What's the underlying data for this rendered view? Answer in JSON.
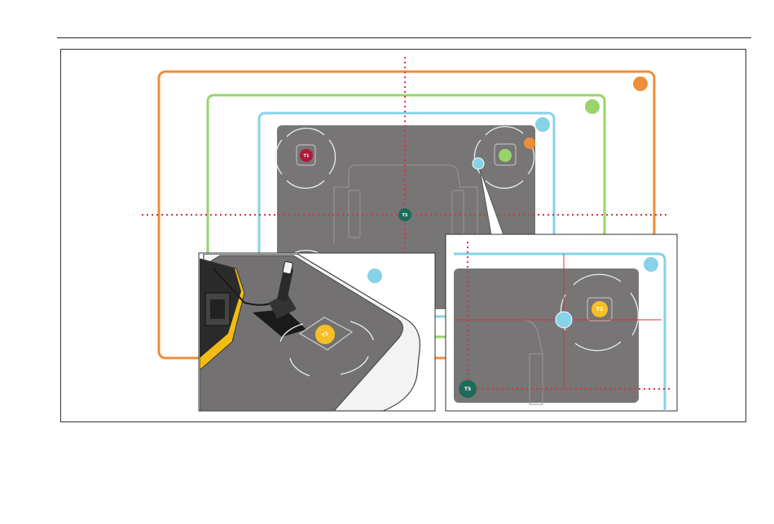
{
  "labels": {
    "t1": "T1",
    "t2": "T2",
    "t5": "T5"
  },
  "colors": {
    "orange": "#EE8E3A",
    "green": "#97D46B",
    "cyan": "#86D2E8",
    "red_guide": "#E0303A",
    "plate": "#777575",
    "t1_marker": "#B0193A",
    "t2_marker": "#F6C025",
    "t5_marker": "#1F6B5A",
    "instrument_yellow": "#F2BC12"
  }
}
